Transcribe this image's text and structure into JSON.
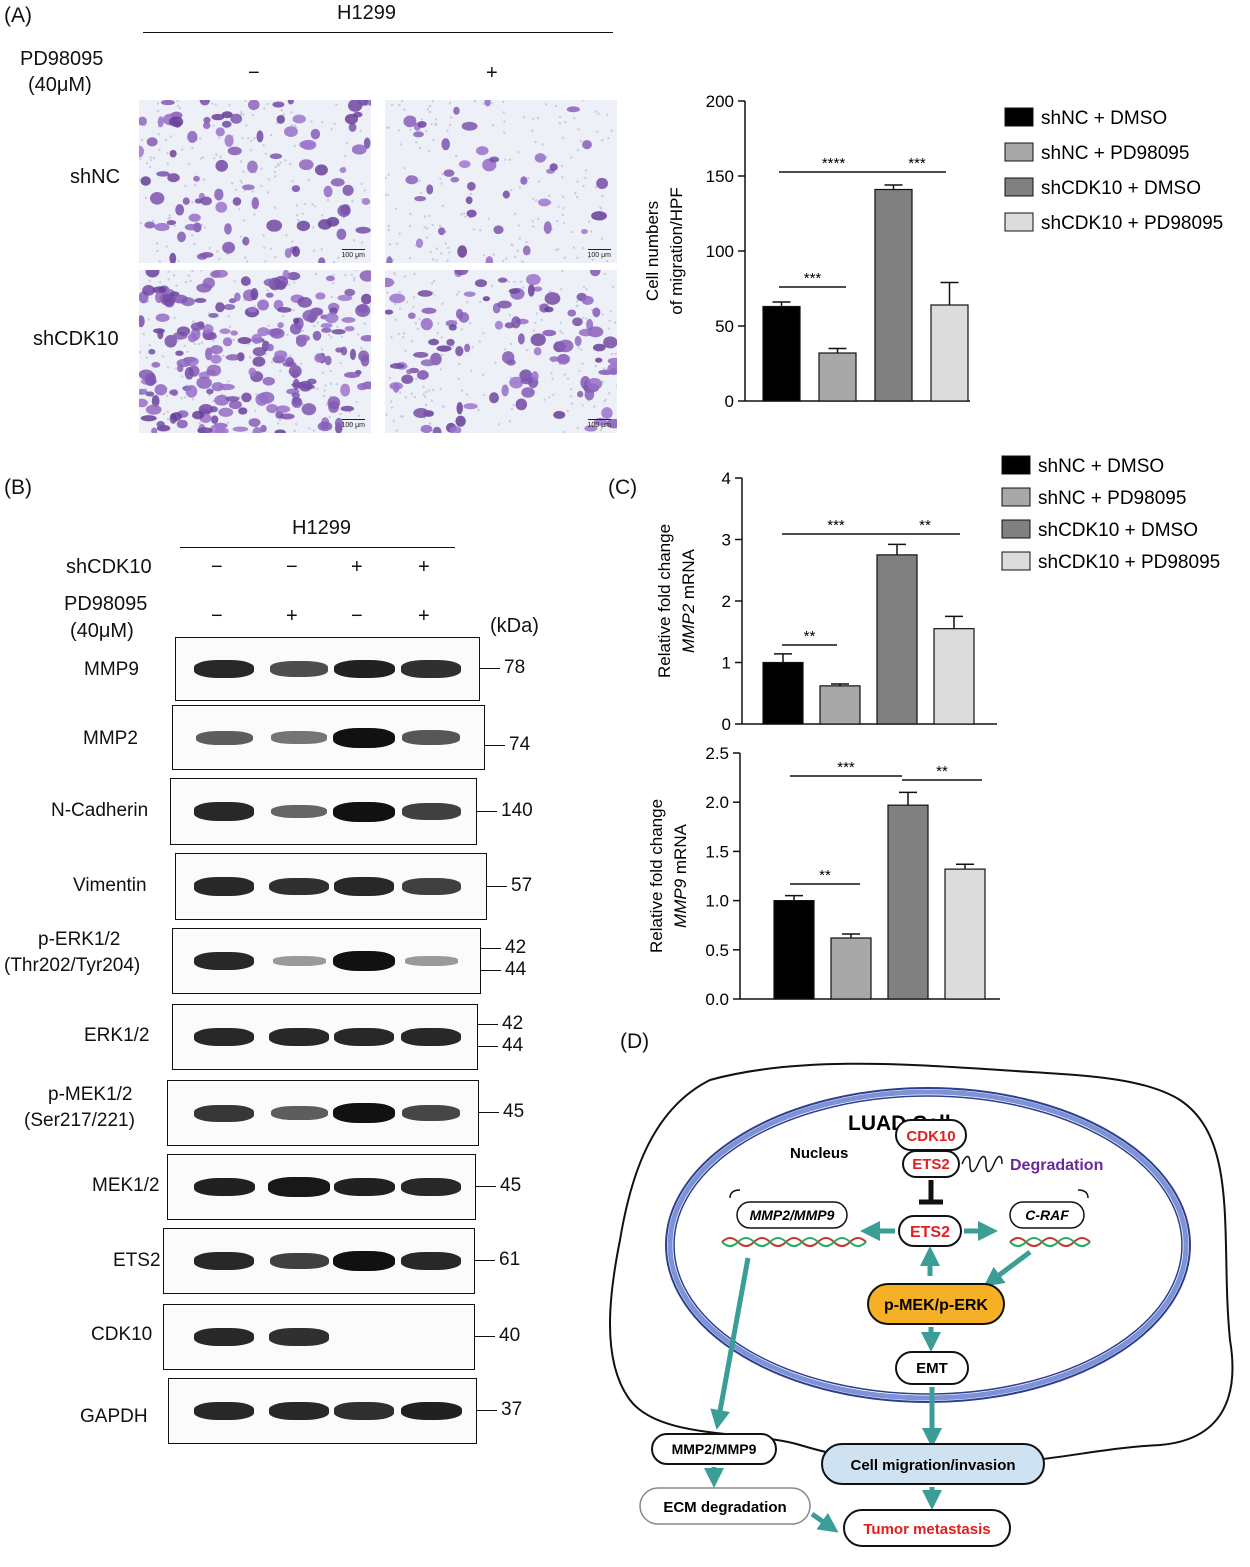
{
  "panel_a": {
    "letter": "(A)",
    "cell_line": "H1299",
    "treatment_label_1": "PD98095",
    "treatment_label_2": "(40μM)",
    "minus": "−",
    "plus": "+",
    "row_labels": [
      "shNC",
      "shCDK10"
    ],
    "scale_bar": "100 μm"
  },
  "panel_b": {
    "letter": "(B)",
    "cell_line": "H1299",
    "shcdk10_label": "shCDK10",
    "pd_label_1": "PD98095",
    "pd_label_2": "(40μM)",
    "shcdk10_signs": [
      "−",
      "−",
      "+",
      "+"
    ],
    "pd_signs": [
      "−",
      "+",
      "−",
      "+"
    ],
    "kda_label": "(kDa)",
    "blots": [
      {
        "name": "MMP9",
        "sub": "",
        "mw": [
          "78"
        ],
        "bands": [
          0.85,
          0.6,
          0.9,
          0.8
        ]
      },
      {
        "name": "MMP2",
        "sub": "",
        "mw": [
          "74"
        ],
        "bands": [
          0.5,
          0.35,
          1.0,
          0.55
        ]
      },
      {
        "name": "N-Cadherin",
        "sub": "",
        "mw": [
          "140"
        ],
        "bands": [
          0.85,
          0.45,
          1.0,
          0.7
        ]
      },
      {
        "name": "Vimentin",
        "sub": "",
        "mw": [
          "57"
        ],
        "bands": [
          0.85,
          0.8,
          0.85,
          0.7
        ]
      },
      {
        "name": "p-ERK1/2",
        "sub": "(Thr202/Tyr204)",
        "mw": [
          "42",
          "44"
        ],
        "bands": [
          0.85,
          0.1,
          1.0,
          0.1
        ]
      },
      {
        "name": "ERK1/2",
        "sub": "",
        "mw": [
          "42",
          "44"
        ],
        "bands": [
          0.85,
          0.85,
          0.85,
          0.85
        ]
      },
      {
        "name": "p-MEK1/2",
        "sub": "(Ser217/221)",
        "mw": [
          "45"
        ],
        "bands": [
          0.75,
          0.5,
          1.0,
          0.65
        ]
      },
      {
        "name": "MEK1/2",
        "sub": "",
        "mw": [
          "45"
        ],
        "bands": [
          0.9,
          0.95,
          0.9,
          0.85
        ]
      },
      {
        "name": "ETS2",
        "sub": "",
        "mw": [
          "61"
        ],
        "bands": [
          0.85,
          0.7,
          1.0,
          0.85
        ]
      },
      {
        "name": "CDK10",
        "sub": "",
        "mw": [
          "40"
        ],
        "bands": [
          0.85,
          0.8,
          0.0,
          0.0
        ]
      },
      {
        "name": "GAPDH",
        "sub": "",
        "mw": [
          "37"
        ],
        "bands": [
          0.85,
          0.85,
          0.8,
          0.9
        ]
      }
    ]
  },
  "panel_c_letter": "(C)",
  "panel_d": {
    "letter": "(D)",
    "cell_title": "LUAD Cell",
    "nucleus": "Nucleus",
    "cdk10": "CDK10",
    "ets2_top": "ETS2",
    "degradation": "Degradation",
    "ets2_mid": "ETS2",
    "mmp_gene": "MMP2/MMP9",
    "craf_gene": "C-RAF",
    "pmek": "p-MEK/p-ERK",
    "emt": "EMT",
    "mmp_protein": "MMP2/MMP9",
    "migration": "Cell migration/invasion",
    "ecm": "ECM degradation",
    "tumor": "Tumor metastasis",
    "colors": {
      "red": "#e02020",
      "purple": "#6a2a9a",
      "orange": "#f5b025",
      "teal": "#3a9e96",
      "blue_light": "#cfe2f1",
      "nucleus_ring": "#4a62b8"
    }
  },
  "chart_data": [
    {
      "type": "bar",
      "panel": "A",
      "categories": [
        "shNC + DMSO",
        "shNC + PD98095",
        "shCDK10 + DMSO",
        "shCDK10 + PD98095"
      ],
      "values": [
        63,
        32,
        141,
        64
      ],
      "errors": [
        3,
        3,
        3,
        15
      ],
      "colors": [
        "#000000",
        "#a8a8a8",
        "#808080",
        "#dcdcdc"
      ],
      "ylabel": "Cell numbers\nof migration/HPF",
      "ylabel_lines": [
        "Cell numbers",
        "of migration/HPF"
      ],
      "ylim": [
        0,
        200
      ],
      "yticks": [
        0,
        50,
        100,
        150,
        200
      ],
      "yticklabels": [
        "0",
        "50",
        "100",
        "150",
        "200"
      ],
      "significance": [
        {
          "from": 0,
          "to": 1,
          "label": "***"
        },
        {
          "from": 0,
          "to": 2,
          "label": "****"
        },
        {
          "from": 2,
          "to": 3,
          "label": "***"
        }
      ],
      "legend": [
        "shNC + DMSO",
        "shNC + PD98095",
        "shCDK10 + DMSO",
        "shCDK10 + PD98095"
      ],
      "legend_position": "right"
    },
    {
      "type": "bar",
      "panel": "C-top",
      "categories": [
        "shNC + DMSO",
        "shNC + PD98095",
        "shCDK10 + DMSO",
        "shCDK10 + PD98095"
      ],
      "values": [
        1.0,
        0.62,
        2.75,
        1.55
      ],
      "errors": [
        0.14,
        0.03,
        0.17,
        0.2
      ],
      "colors": [
        "#000000",
        "#a8a8a8",
        "#808080",
        "#dcdcdc"
      ],
      "ylabel_lines": [
        "Relative fold change",
        "MMP2 mRNA"
      ],
      "ylim": [
        0,
        4
      ],
      "yticks": [
        0,
        1,
        2,
        3,
        4
      ],
      "yticklabels": [
        "0",
        "1",
        "2",
        "3",
        "4"
      ],
      "significance": [
        {
          "from": 0,
          "to": 1,
          "label": "**"
        },
        {
          "from": 0,
          "to": 2,
          "label": "***"
        },
        {
          "from": 2,
          "to": 3,
          "label": "**"
        }
      ],
      "legend": [
        "shNC + DMSO",
        "shNC + PD98095",
        "shCDK10 + DMSO",
        "shCDK10 + PD98095"
      ],
      "legend_position": "right"
    },
    {
      "type": "bar",
      "panel": "C-bottom",
      "categories": [
        "shNC + DMSO",
        "shNC + PD98095",
        "shCDK10 + DMSO",
        "shCDK10 + PD98095"
      ],
      "values": [
        1.0,
        0.62,
        1.97,
        1.32
      ],
      "errors": [
        0.05,
        0.04,
        0.13,
        0.05
      ],
      "colors": [
        "#000000",
        "#a8a8a8",
        "#808080",
        "#dcdcdc"
      ],
      "ylabel_lines": [
        "Relative fold change",
        "MMP9 mRNA"
      ],
      "ylim": [
        0,
        2.5
      ],
      "yticks": [
        0,
        0.5,
        1.0,
        1.5,
        2.0,
        2.5
      ],
      "yticklabels": [
        "0.0",
        "0.5",
        "1.0",
        "1.5",
        "2.0",
        "2.5"
      ],
      "significance": [
        {
          "from": 0,
          "to": 1,
          "label": "**"
        },
        {
          "from": 0,
          "to": 2,
          "label": "***"
        },
        {
          "from": 2,
          "to": 3,
          "label": "**"
        }
      ]
    }
  ]
}
